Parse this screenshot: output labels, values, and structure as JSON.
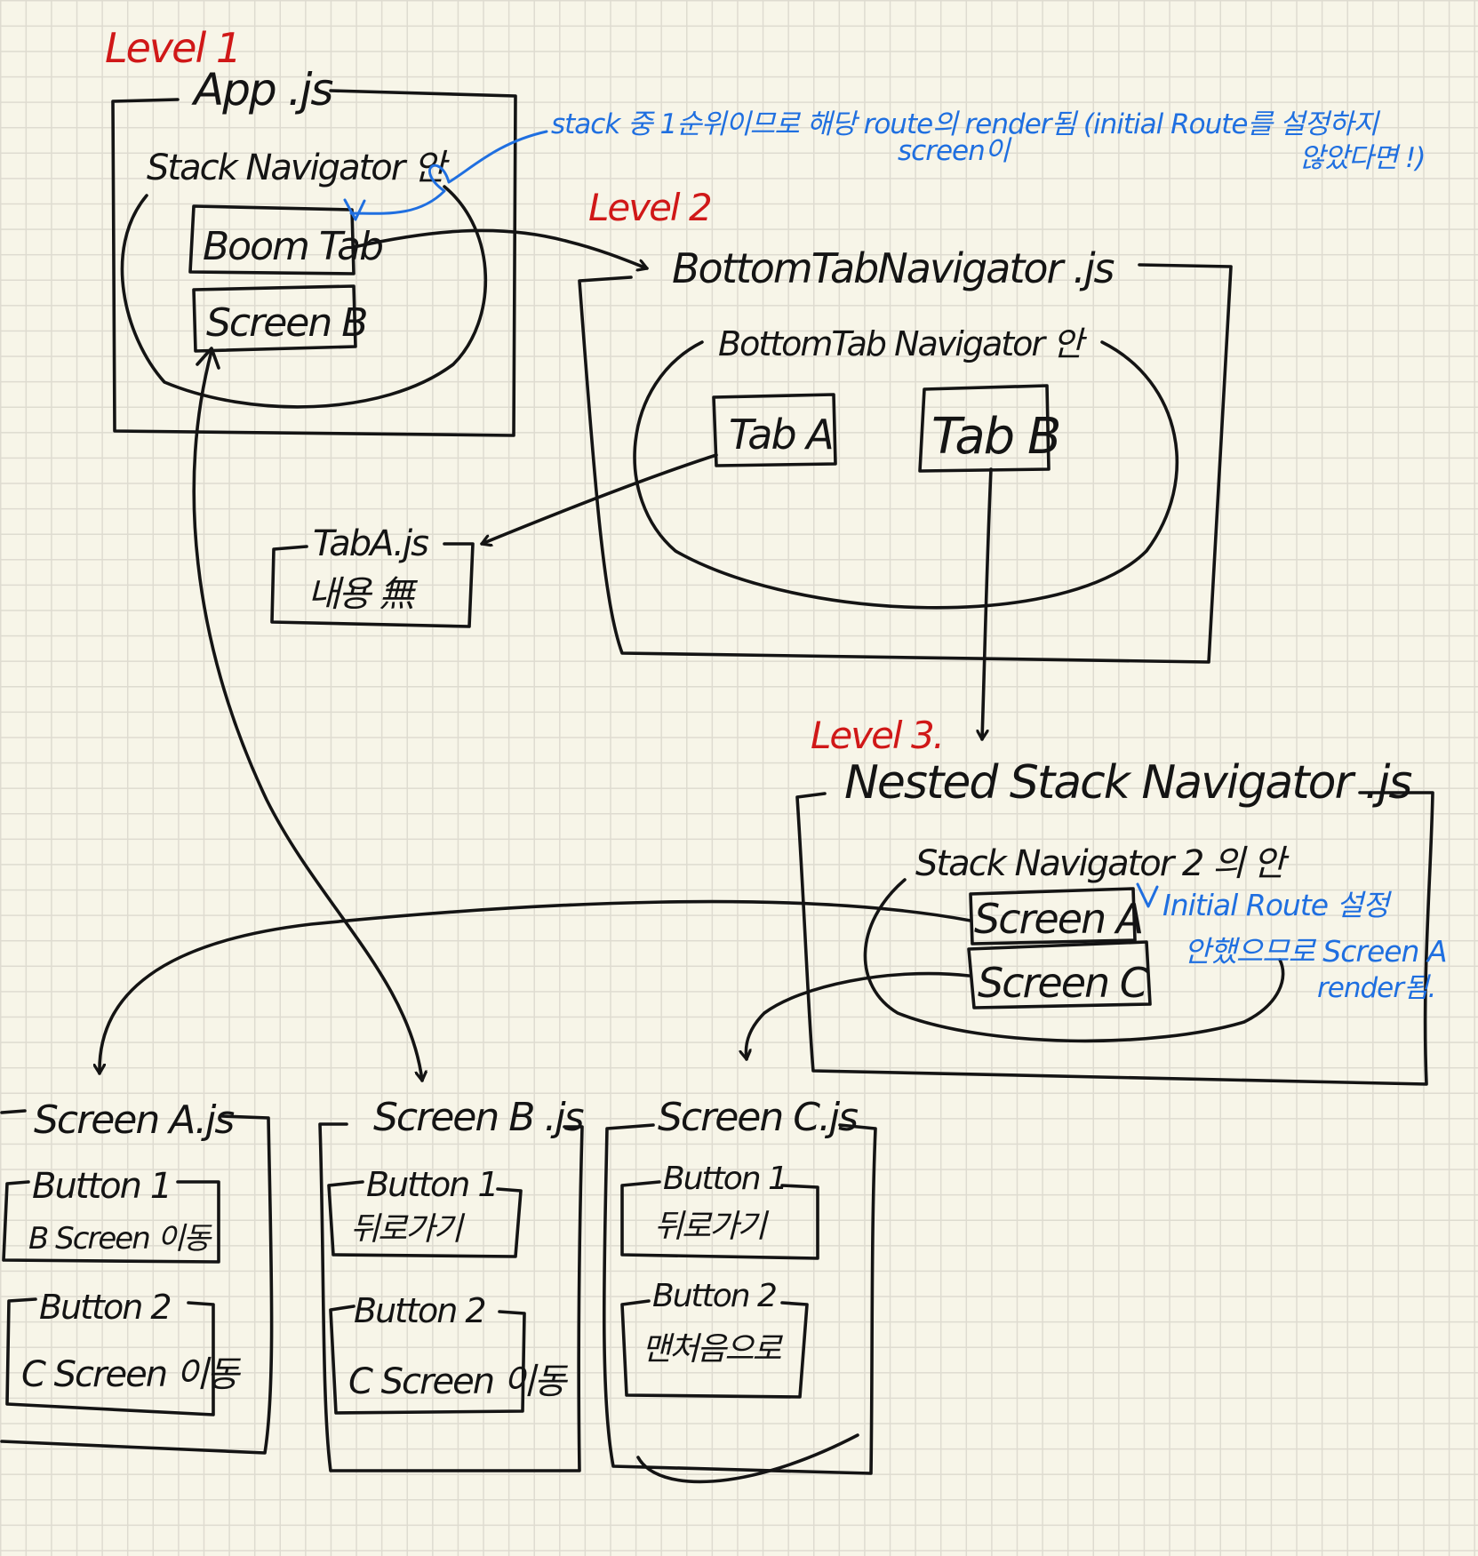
{
  "colors": {
    "ink": "#141414",
    "level": "#d01818",
    "note": "#1f6fe0",
    "paper": "#f7f5e8"
  },
  "level1": {
    "label": "Level 1",
    "file": "App .js",
    "navigator": "Stack Navigator 안",
    "routes": [
      "Boom Tab",
      "Screen B"
    ]
  },
  "blue_note_1": {
    "line1": "stack 중 1순위이므로 해당 route의 render됨 (initial Route를 설정하지",
    "line2": "screen이",
    "line3": "않았다면 !)"
  },
  "level2": {
    "label": "Level 2",
    "file": "BottomTabNavigator .js",
    "navigator": "BottomTab Navigator 안",
    "tabs": [
      "Tab A",
      "Tab B"
    ]
  },
  "taba_file": {
    "title": "TabA.js",
    "body": "내용 無"
  },
  "level3": {
    "label": "Level 3.",
    "file": "Nested Stack Navigator .js",
    "navigator": "Stack Navigator 2 의 안",
    "routes": [
      "Screen A",
      "Screen C"
    ]
  },
  "blue_note_2": {
    "line1": "Initial Route 설정",
    "line2": "안했으므로 Screen A",
    "line3": "render됨."
  },
  "screen_files": [
    {
      "title": "Screen A.js",
      "buttons": [
        {
          "label": "Button 1",
          "text": "B Screen 이동"
        },
        {
          "label": "Button 2",
          "text": "C Screen 이동"
        }
      ]
    },
    {
      "title": "Screen B .js",
      "buttons": [
        {
          "label": "Button 1",
          "text": "뒤로가기"
        },
        {
          "label": "Button 2",
          "text": "C Screen 이동"
        }
      ]
    },
    {
      "title": "Screen C.js",
      "buttons": [
        {
          "label": "Button 1",
          "text": "뒤로가기"
        },
        {
          "label": "Button 2",
          "text": "맨처음으로"
        }
      ]
    }
  ]
}
